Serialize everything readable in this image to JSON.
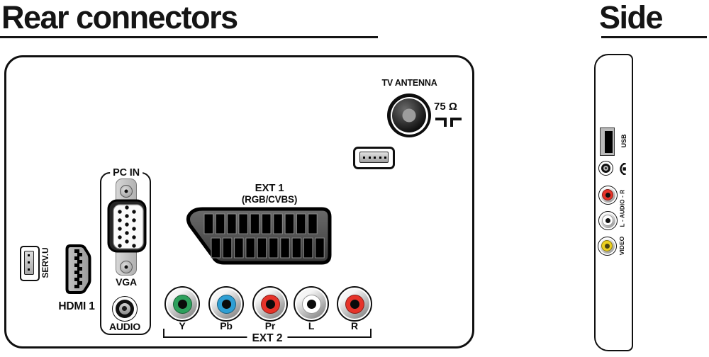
{
  "titles": {
    "rear": "Rear connectors",
    "side": "Side"
  },
  "rear_panel": {
    "antenna": {
      "label": "TV ANTENNA",
      "impedance": "75 Ω",
      "symbol": "antenna-impedance-symbol"
    },
    "ext1": {
      "label": "EXT 1",
      "sublabel": "(RGB/CVBS)"
    },
    "pc_in": {
      "group_label": "PC IN",
      "vga_label": "VGA",
      "audio_label": "AUDIO"
    },
    "serv_u": {
      "label": "SERV.U"
    },
    "hdmi": {
      "label": "HDMI 1"
    },
    "ext2": {
      "group_label": "EXT 2",
      "connectors": [
        {
          "label": "Y",
          "color": "#2da05c"
        },
        {
          "label": "Pb",
          "color": "#2e9fd4"
        },
        {
          "label": "Pr",
          "color": "#e63329"
        },
        {
          "label": "L",
          "color": "#ffffff"
        },
        {
          "label": "R",
          "color": "#e63329"
        }
      ]
    }
  },
  "side_panel": {
    "usb": {
      "label": "USB"
    },
    "headphone": {
      "icon": "headphones-icon"
    },
    "audio": {
      "label": "L - AUDIO - R",
      "right_color": "#e63329",
      "left_color": "#ffffff"
    },
    "video": {
      "label": "VIDEO",
      "color": "#eccf1e"
    }
  },
  "colors": {
    "ink": "#101010",
    "connector_gray": "#4f4f4f"
  }
}
